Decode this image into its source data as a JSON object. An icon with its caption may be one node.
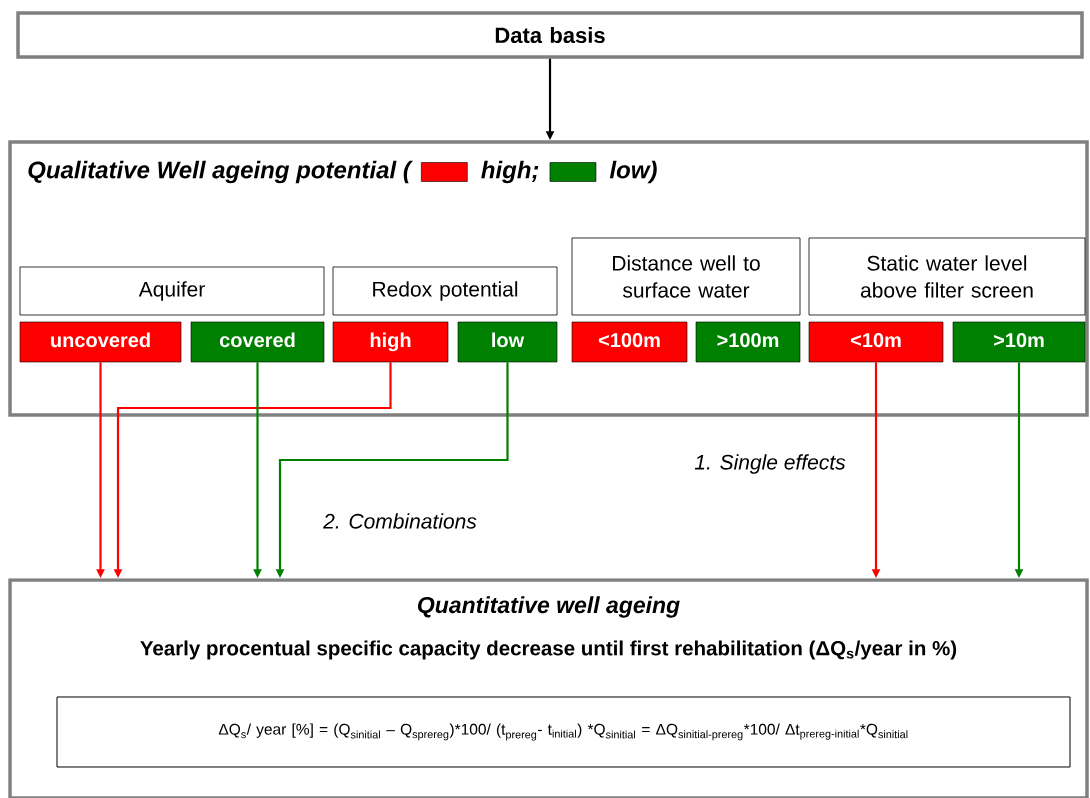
{
  "diagram": {
    "nodes": [
      {
        "text": [
          "Data basis"
        ]
      },
      {
        "text": [
          "Qualitative Well ageing potential ("
        ]
      },
      {
        "text": [
          "Aquifer"
        ],
        "in": 1
      },
      {
        "text": [
          "Redox potential"
        ],
        "in": 1
      },
      {
        "text": [
          "Distance well to surface water"
        ],
        "in": 1
      },
      {
        "text": [
          "Static water level above filter screen"
        ],
        "in": 1
      },
      {
        "text": [
          "uncovered"
        ],
        "in": 1
      },
      {
        "text": [
          "covered"
        ],
        "in": 1
      },
      {
        "text": [
          "high"
        ],
        "in": 1
      },
      {
        "text": [
          "low"
        ],
        "in": 1
      },
      {
        "text": [
          "<100m"
        ],
        "in": 1
      },
      {
        "text": [
          ">100m"
        ],
        "in": 1
      },
      {
        "text": [
          "<10m"
        ],
        "in": 1
      },
      {
        "text": [
          ">10m"
        ],
        "in": 1
      },
      {
        "text": [
          "Quantitative well ageing",
          "Yearly procentual specific capacity decrease until first rehabilitation (ΔQ$_{s}$/year in %)"
        ]
      },
      {
        "text": [
          "\\text{ΔQ}_{\\text{s}}\\text{/ year [\\%] = (Q}_{\\text{sinitial}}\\text{ – Q}_{\\text{sprereg}}\\text{)*100/ (t}_{\\text{prereg}}\\text{- t}_{\\text{initial}}\\text{) *Q}_{\\text{sinitial}}\\text{ = ΔQ}_{\\text{sinitial-prereg}}\\text{*100/ Δt}_{\\text{prereg-initial}}\\text{*Q}_{\\text{sinitial}}"
        ],
        "in": 14
      }
    ],
    "edges": [
      {
        "from": 0,
        "to": 1,
        "arrow": "to",
        "color": "#000000"
      },
      {
        "from": 6,
        "to": 14,
        "arrow": "to",
        "color": "#ff0000"
      },
      {
        "from": 8,
        "to": 14,
        "arrow": "to",
        "color": "#ff0000"
      },
      {
        "from": 7,
        "to": 14,
        "arrow": "to",
        "color": "#008000"
      },
      {
        "from": 9,
        "to": 14,
        "arrow": "to",
        "color": "#008000"
      },
      {
        "from": 12,
        "to": 14,
        "arrow": "to",
        "color": "#ff0000"
      },
      {
        "from": 13,
        "to": 14,
        "arrow": "to",
        "color": "#008000"
      }
    ],
    "labels": [
      "1. Single effects",
      "2. Combinations"
    ],
    "legend": [
      {
        "text": "high;",
        "color": "#ff0000"
      },
      {
        "text": "low)",
        "color": "#008000"
      }
    ]
  }
}
